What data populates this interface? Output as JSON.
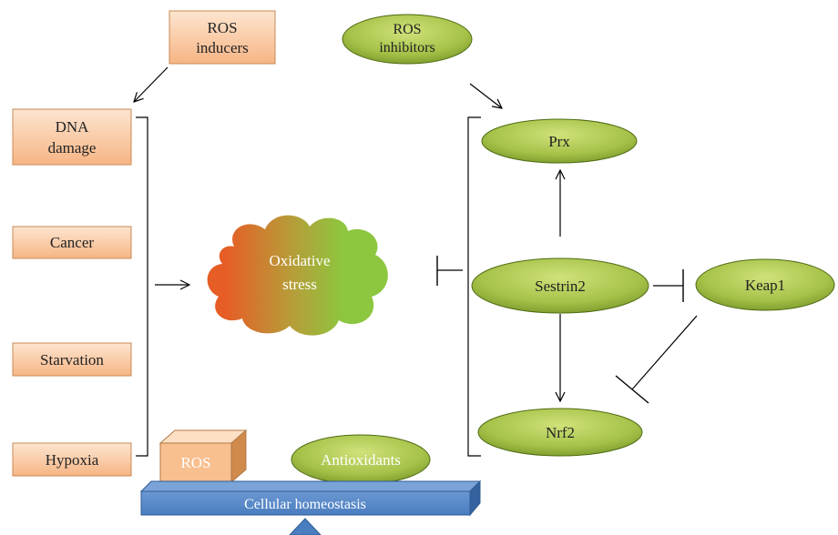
{
  "inducers": {
    "title_line1": "ROS",
    "title_line2": "inducers",
    "items": [
      {
        "line1": "DNA",
        "line2": "damage"
      },
      {
        "line1": "Cancer"
      },
      {
        "line1": "Starvation"
      },
      {
        "line1": "Hypoxia"
      }
    ]
  },
  "inhibitors": {
    "title_line1": "ROS",
    "title_line2": "inhibitors"
  },
  "stress": {
    "line1": "Oxidative",
    "line2": "stress"
  },
  "nodes": {
    "prx": "Prx",
    "sestrin2": "Sestrin2",
    "keap1": "Keap1",
    "nrf2": "Nrf2"
  },
  "balance": {
    "ros": "ROS",
    "antioxidants": "Antioxidants",
    "beam": "Cellular homeostasis"
  },
  "colors": {
    "box_fill_top": "#fde3cc",
    "box_fill_bottom": "#f7b98a",
    "box_stroke": "#c98a55",
    "ellipse_fill_light": "#c5db6a",
    "ellipse_fill_dark": "#7d9c2c",
    "ellipse_stroke": "#4e6b12",
    "cloud_orange": "#e8682a",
    "cloud_green": "#8dc63f",
    "beam_fill": "#4a7ec0",
    "beam_stroke": "#2f5c96"
  }
}
